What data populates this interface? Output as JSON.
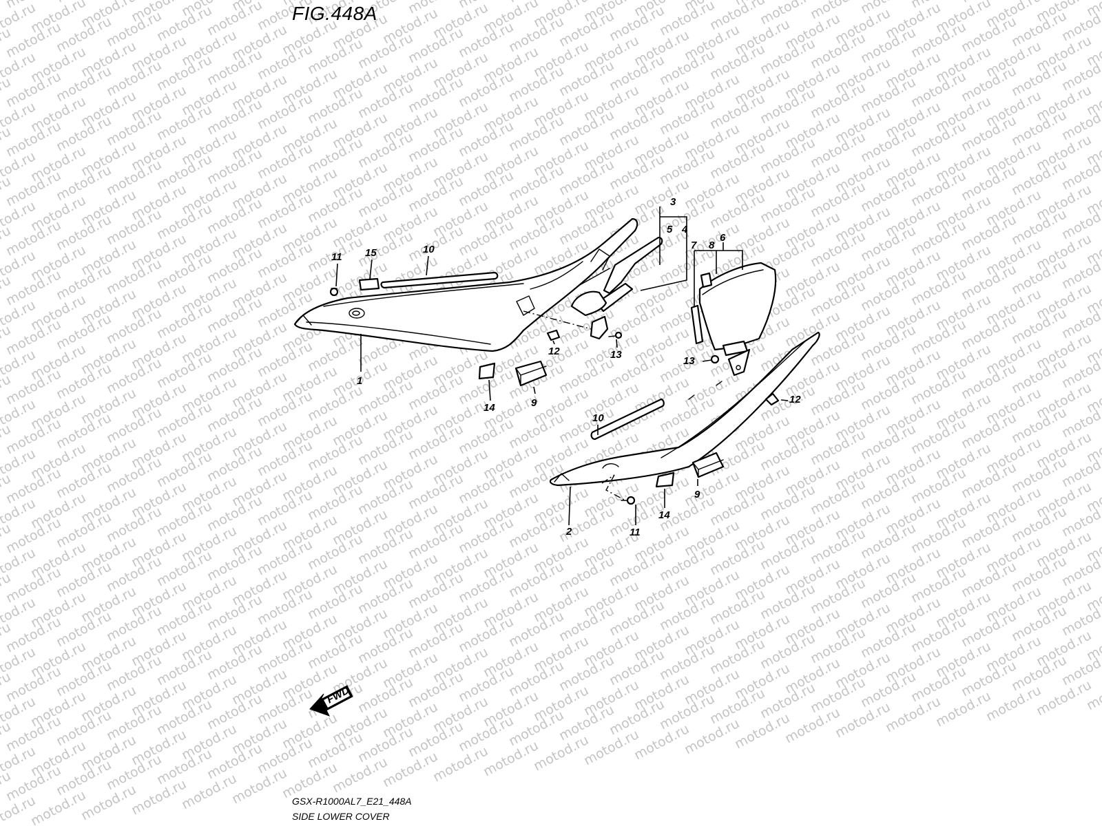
{
  "figure": {
    "title": "FIG.448A",
    "model_code": "GSX-R1000AL7_E21_448A",
    "section_name": "SIDE LOWER COVER",
    "watermark": "motod.ru",
    "forward_marker": "FWD"
  },
  "callouts": {
    "c1": "1",
    "c2": "2",
    "c3": "3",
    "c4": "4",
    "c5": "5",
    "c6": "6",
    "c7": "7",
    "c8": "8",
    "c9a": "9",
    "c9b": "9",
    "c10a": "10",
    "c10b": "10",
    "c11a": "11",
    "c11b": "11",
    "c12a": "12",
    "c12b": "12",
    "c13a": "13",
    "c13b": "13",
    "c14a": "14",
    "c14b": "14",
    "c15": "15"
  }
}
